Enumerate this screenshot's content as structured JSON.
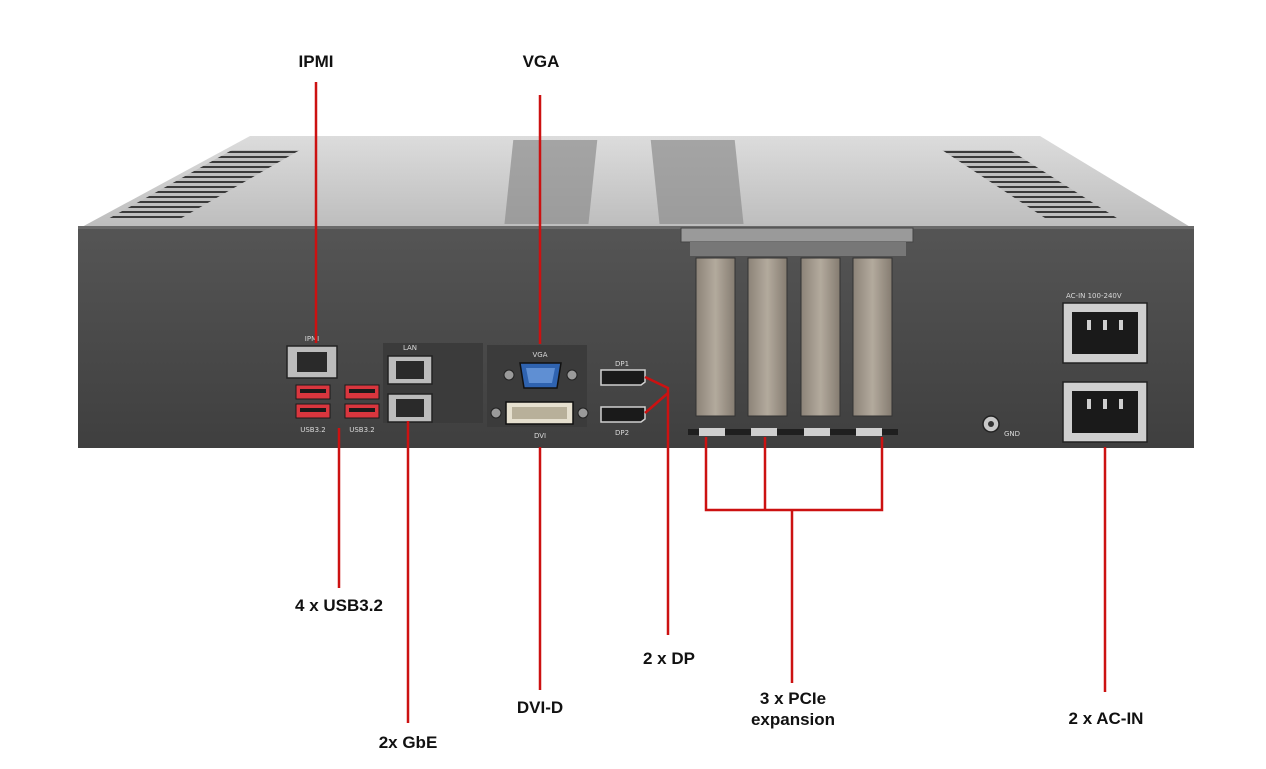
{
  "callouts": {
    "ipmi": "IPMI",
    "vga": "VGA",
    "usb": "4 x USB3.2",
    "gbe": "2x GbE",
    "dvi": "DVI-D",
    "dp": "2 x DP",
    "pcie": "3 x PCIe\nexpansion",
    "acin": "2 x AC-IN"
  },
  "panel_labels": {
    "ipmi": "IPMI",
    "lan": "LAN",
    "vga": "VGA",
    "dvi": "DVI",
    "dp1": "DP1",
    "dp2": "DP2",
    "usb_left": "USB3.2",
    "usb_right": "USB3.2",
    "gnd": "GND",
    "acin_rating": "AC-IN  100-240V"
  },
  "colors": {
    "leader": "#cc1111",
    "chassis_rear": "#4a4a4a",
    "chassis_top": "#c9c9c9",
    "usb_port": "#d9363e",
    "vga_port": "#2f63b0"
  }
}
